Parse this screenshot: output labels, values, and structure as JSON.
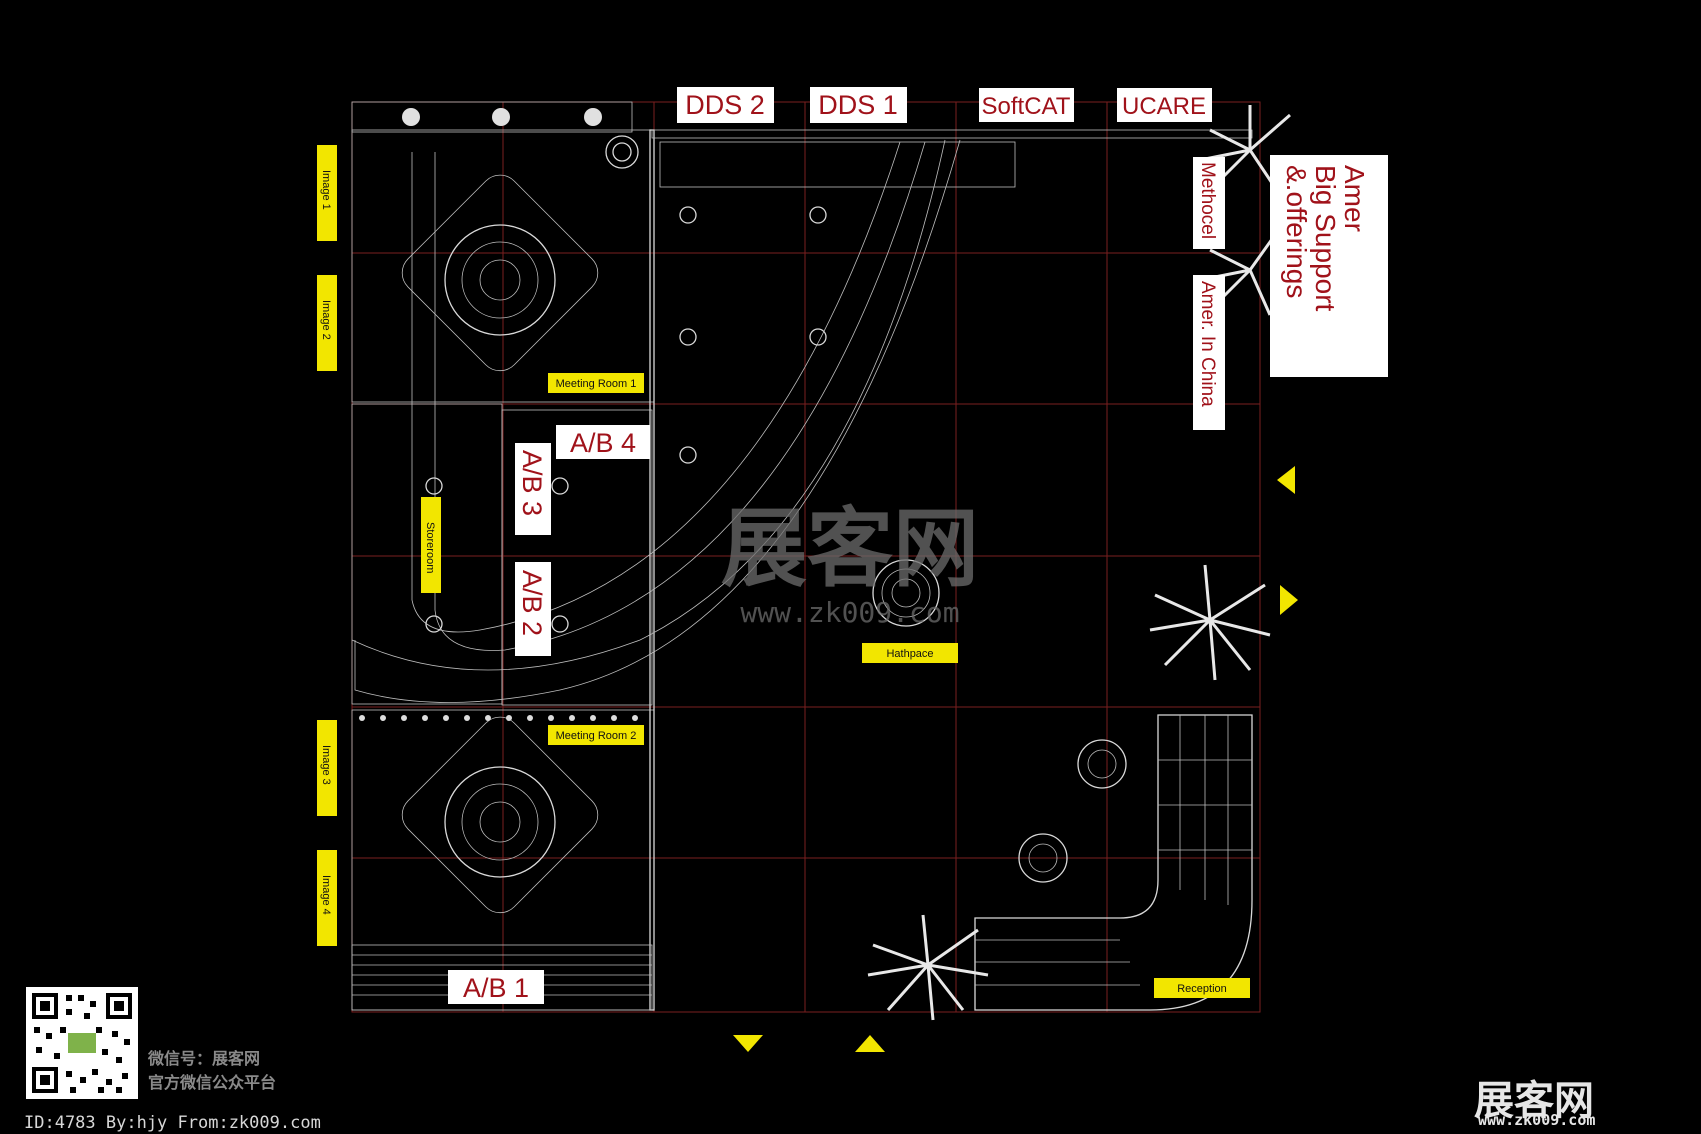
{
  "floorplan": {
    "header_labels": [
      "DDS 2",
      "DDS 1",
      "SoftCAT",
      "UCARE"
    ],
    "side_labels": {
      "methocel": "Methocel",
      "amer_china": "Amer. In China"
    },
    "big_sign": {
      "line1": "Amer",
      "line2": "Big Support",
      "line3": "&.offerings"
    },
    "ab_labels": {
      "ab1": "A/B 1",
      "ab2": "A/B 2",
      "ab3": "A/B 3",
      "ab4": "A/B 4"
    },
    "yellow_labels": {
      "image1": "Image 1",
      "image2": "Image 2",
      "image3": "Image 3",
      "image4": "Image 4",
      "meeting1": "Meeting Room 1",
      "meeting2": "Meeting Room 2",
      "storeroom": "Storeroom",
      "hathpace": "Hathpace",
      "reception": "Reception"
    }
  },
  "watermark": {
    "big": "展客网",
    "url": "www.zk009.com"
  },
  "footer": {
    "id_line": "ID:4783 By:hjy From:zk009.com",
    "wechat_line1": "微信号：展客网",
    "wechat_line2": "官方微信公众平台",
    "brand_big": "展客网",
    "brand_url": "www.zk009.com"
  },
  "colors": {
    "accent_yellow": "#f2e600",
    "label_red": "#a0121a",
    "grid_red": "#7a1f1f"
  }
}
